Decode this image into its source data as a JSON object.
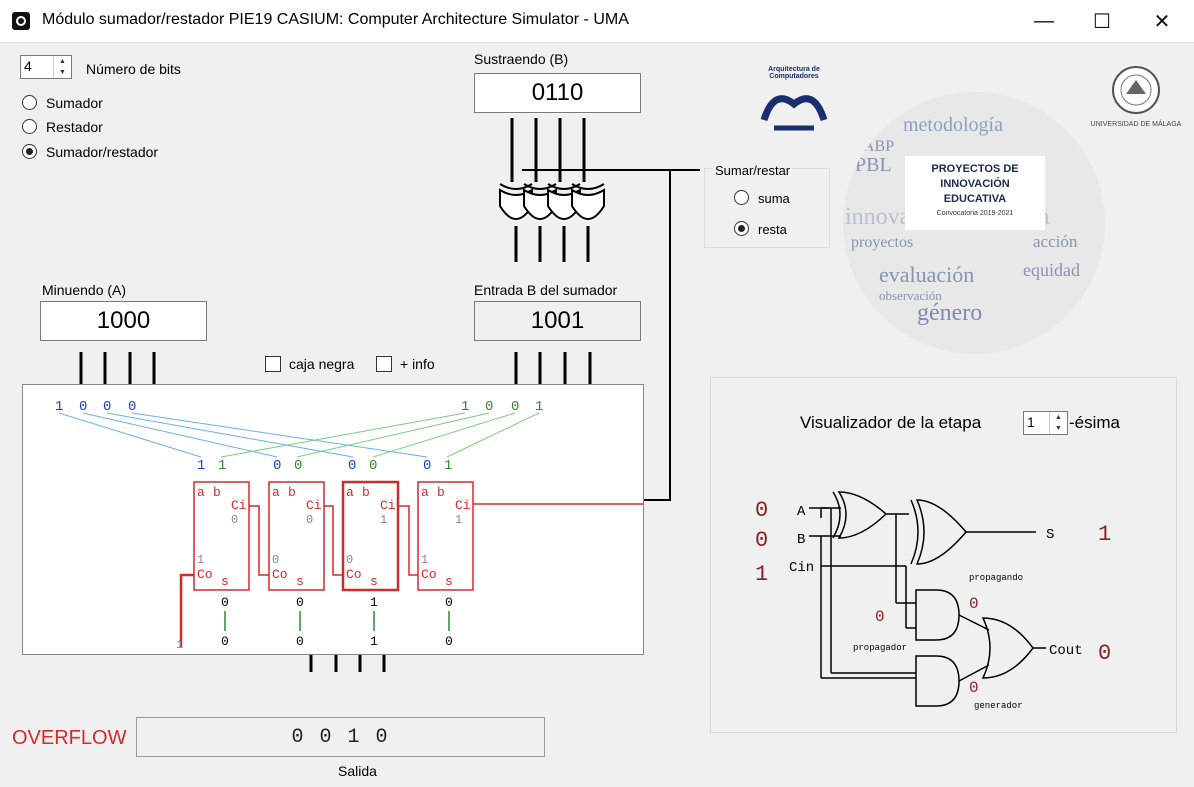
{
  "window": {
    "title": "Módulo sumador/restador PIE19 CASIUM: Computer Architecture Simulator - UMA",
    "minimize_glyph": "—",
    "maximize_glyph": "☐",
    "close_glyph": "✕"
  },
  "controls": {
    "bits_value": "4",
    "bits_label": "Número de bits",
    "mode_options": [
      "Sumador",
      "Restador",
      "Sumador/restador"
    ],
    "mode_selected": "Sumador/restador",
    "sustraendo_label": "Sustraendo (B)",
    "sustraendo_value": "0110",
    "sumar_restar_label": "Sumar/restar",
    "op_options": [
      "suma",
      "resta"
    ],
    "op_selected": "resta",
    "minuendo_label": "Minuendo (A)",
    "minuendo_value": "1000",
    "entrada_b_label": "Entrada B del sumador",
    "entrada_b_value": "1001",
    "caja_negra_label": "caja negra",
    "mas_info_label": "+ info",
    "overflow_label": "OVERFLOW",
    "salida_value": "0 0 1 0",
    "salida_label": "Salida"
  },
  "adder": {
    "a_bits": [
      "1",
      "0",
      "0",
      "0"
    ],
    "b_bits": [
      "1",
      "0",
      "0",
      "1"
    ],
    "cell_inputs": [
      [
        "1",
        "1"
      ],
      [
        "0",
        "0"
      ],
      [
        "0",
        "0"
      ],
      [
        "0",
        "1"
      ]
    ],
    "cells": [
      {
        "ci": "0",
        "co": "1",
        "s": "0"
      },
      {
        "ci": "0",
        "co": "0",
        "s": "0"
      },
      {
        "ci": "1",
        "co": "0",
        "s": "1"
      },
      {
        "ci": "1",
        "co": "1",
        "s": "0"
      }
    ],
    "outputs": [
      "0",
      "0",
      "1",
      "0"
    ],
    "carry_out": "1",
    "pin_a": "a",
    "pin_b": "b",
    "pin_ci": "Ci",
    "pin_co": "Co",
    "pin_s": "s"
  },
  "stage_viewer": {
    "label": "Visualizador de la etapa",
    "stage_value": "1",
    "suffix": "-ésima",
    "a_label": "A",
    "b_label": "B",
    "cin_label": "Cin",
    "s_label": "S",
    "cout_label": "Cout",
    "a_val": "0",
    "b_val": "0",
    "cin_val": "1",
    "s_val": "1",
    "cout_val": "0",
    "propagando_label": "propagando",
    "propagador_label": "propagador",
    "generador_label": "generador",
    "propagador_val": "0",
    "and_top_val": "0",
    "generador_val": "0"
  },
  "logos": {
    "arq_text": "Arquitectura de Computadores",
    "pie_title": "PROYECTOS DE INNOVACIÓN EDUCATIVA",
    "pie_sub": "Convocatoria 2019-2021",
    "pie_words": [
      "metodología",
      "innovación educativa",
      "género",
      "evaluación",
      "equidad",
      "PBL",
      "ABP",
      "proyectos",
      "acción",
      "observación"
    ],
    "uma_text": "UNIVERSIDAD DE MÁLAGA"
  },
  "colors": {
    "red": "#d42a2a",
    "blue": "#1a3fd6",
    "green": "#2e8b2e",
    "dark_red": "#8b2020"
  }
}
